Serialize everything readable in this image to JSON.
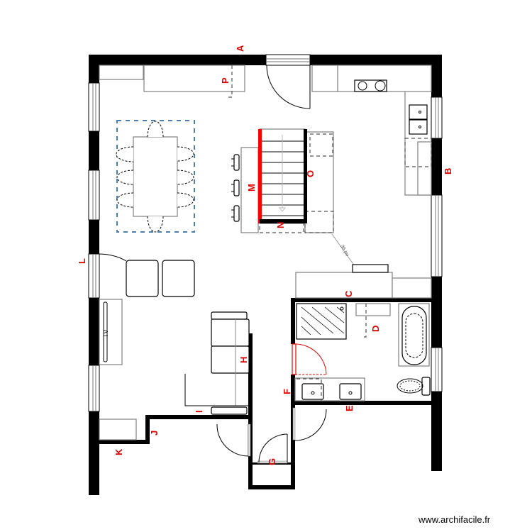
{
  "plan": {
    "type": "floor-plan",
    "watermark": "www.archifacile.fr",
    "wall_labels": {
      "A": "A",
      "B": "B",
      "C": "C",
      "D": "D",
      "E": "E",
      "F": "F",
      "G": "G",
      "H": "H",
      "I": "I",
      "J": "J",
      "K": "K",
      "L": "L",
      "M": "M",
      "N": "N",
      "O": "O",
      "P": "P"
    },
    "furniture": {
      "tv_label": "TV",
      "dimension_label": "36 po"
    },
    "colors": {
      "wall": "#000000",
      "label": "#e00000",
      "highlight_wall": "#ff0000",
      "table_zone": "#4a7fb0"
    }
  }
}
